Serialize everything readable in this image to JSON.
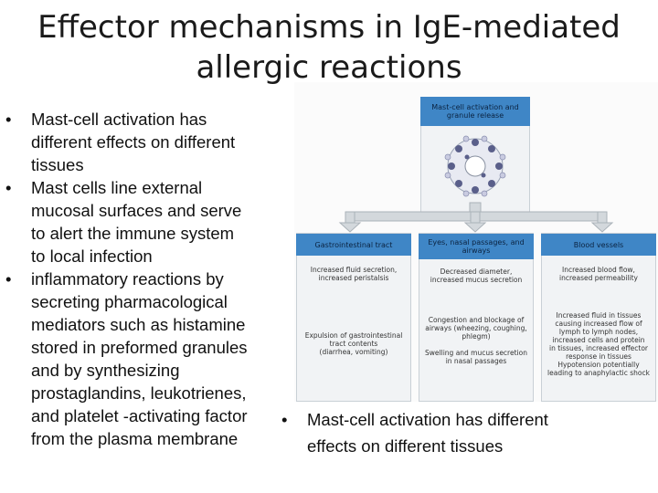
{
  "title": {
    "line1": "Effector mechanisms in IgE-mediated",
    "line2": "allergic reactions"
  },
  "bullets": [
    {
      "lines": [
        "Mast-cell activation has",
        "different effects on different",
        "tissues"
      ]
    },
    {
      "lines": [
        "Mast cells line external",
        "mucosal surfaces and serve",
        "to alert the immune system",
        "to local infection"
      ]
    },
    {
      "lines": [
        "inflammatory reactions by",
        "secreting pharmacological",
        "mediators such as histamine",
        "stored in preformed granules",
        "and by synthesizing",
        "prostaglandins, leukotrienes,",
        "and platelet -activating factor",
        "from the plasma membrane"
      ]
    }
  ],
  "bullet_glyph": "•",
  "second_bullet": {
    "lines": [
      "Mast-cell activation has different",
      "effects on different tissues"
    ]
  },
  "diagram": {
    "top": {
      "title": "Mast-cell activation\nand granule release"
    },
    "columns": [
      {
        "title": "Gastrointestinal tract",
        "effect": "Increased fluid secretion,\nincreased peristalsis",
        "outcome": "Expulsion of gastrointestinal\ntract contents\n(diarrhea, vomiting)"
      },
      {
        "title": "Eyes, nasal passages,\nand airways",
        "effect": "Decreased diameter,\nincreased mucus secretion",
        "outcome": "Congestion and blockage of\nairways (wheezing, coughing,\nphlegm)\n\nSwelling and mucus secretion\nin nasal passages"
      },
      {
        "title": "Blood vessels",
        "effect": "Increased blood flow,\nincreased permeability",
        "outcome": "Increased fluid in tissues\ncausing increased flow of\nlymph to lymph nodes,\nincreased cells and protein\nin tissues, increased effector\nresponse in tissues\nHypotension potentially\nleading to anaphylactic shock"
      }
    ],
    "colors": {
      "header": "#3f86c6",
      "arrow": "#bfc6cc",
      "panel": "#f1f3f5"
    }
  }
}
